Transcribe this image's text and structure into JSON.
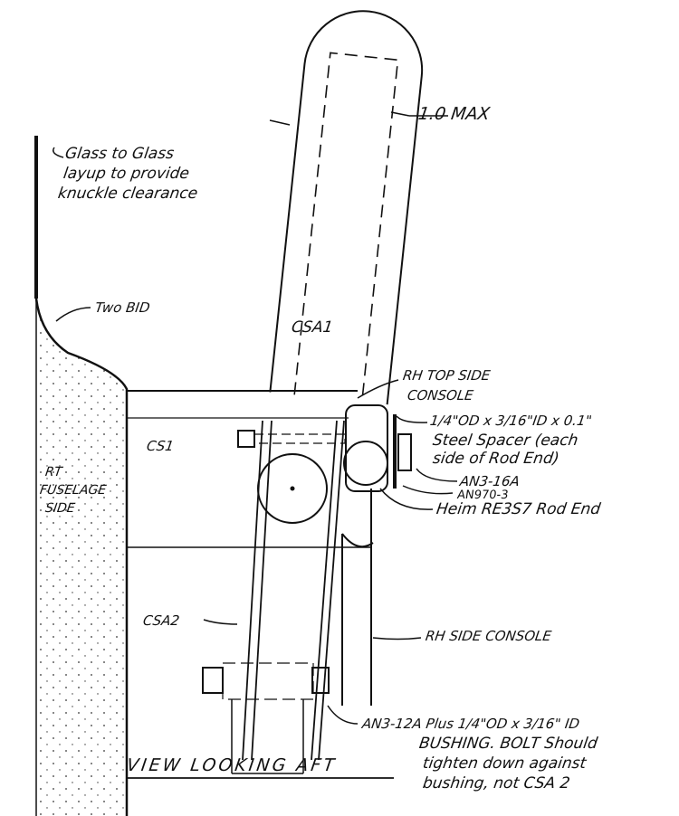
{
  "labels": {
    "max_width": "1.0 MAX",
    "glass": [
      "Glass to Glass",
      "layup to provide",
      "knuckle clearance"
    ],
    "two_bid": "Two BID",
    "csa1": "CSA1",
    "rh_top": [
      "RH TOP SIDE",
      "CONSOLE"
    ],
    "spacer": [
      "1/4\"OD x 3/16\"ID x 0.1\"",
      "Steel Spacer (each",
      "side of Rod End)"
    ],
    "an3_16a": "AN3-16A",
    "an970": "AN970-3",
    "heim": "Heim RE3S7 Rod End",
    "cs1": "CS1",
    "fuselage": [
      "RT",
      "FUSELAGE",
      "SIDE"
    ],
    "csa2": "CSA2",
    "rh_side": "RH SIDE CONSOLE",
    "an3_12a": "AN3-12A Plus 1/4\"OD x 3/16\" ID",
    "bushing": [
      "BUSHING. BOLT Should",
      "tighten down against",
      "bushing, not CSA 2"
    ],
    "view": "VIEW LOOKING AFT"
  }
}
